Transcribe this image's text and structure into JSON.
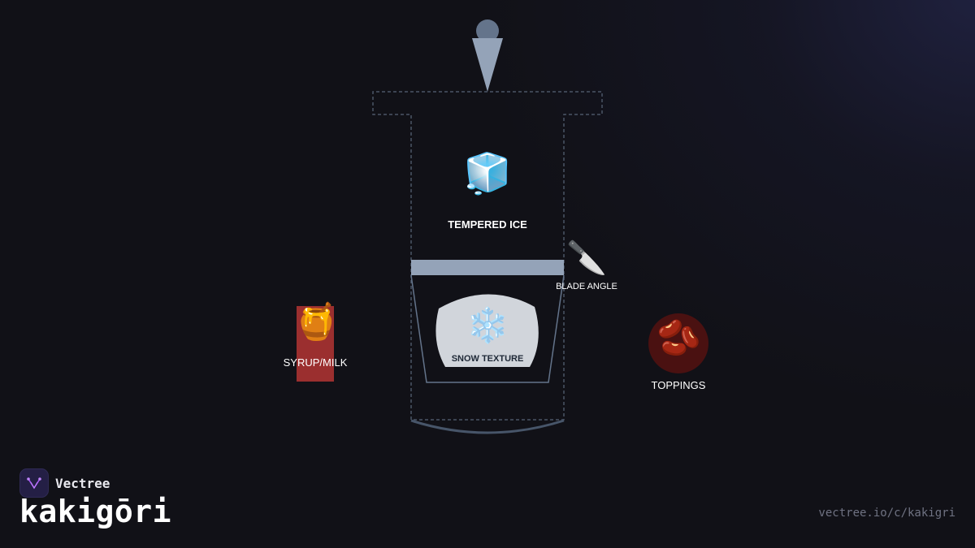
{
  "labels": {
    "ice": "TEMPERED ICE",
    "blade": "BLADE ANGLE",
    "snow": "SNOW TEXTURE",
    "syrup": "SYRUP/MILK",
    "toppings": "TOPPINGS"
  },
  "icons": {
    "ice": "🧊",
    "blade": "🔪",
    "snow": "❄️",
    "syrup": "🍯",
    "toppings": "🫘"
  },
  "brand": {
    "name": "Vectree",
    "title": "kakigōri",
    "url": "vectree.io/c/kakigri"
  },
  "colors": {
    "background": "#111117",
    "machine_outline": "#4b5566",
    "blade": "#94a3b8",
    "snow": "#d1d5db",
    "syrup": "#9b2f2f",
    "toppings": "#4a1111"
  }
}
